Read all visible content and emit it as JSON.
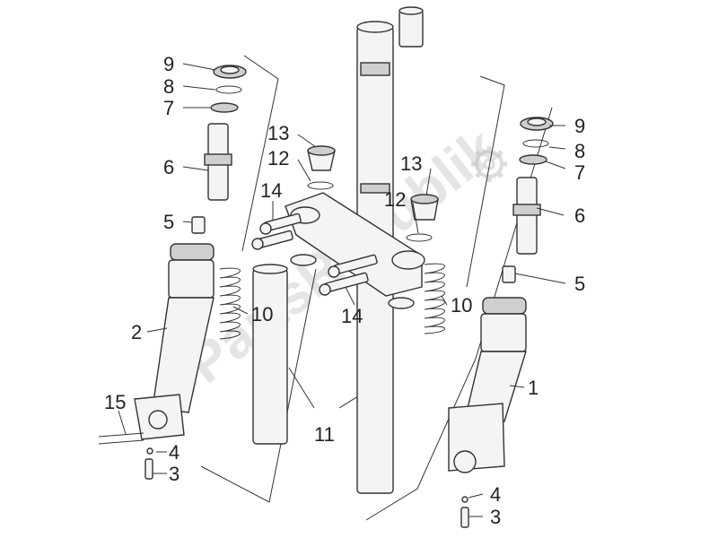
{
  "watermark": {
    "text": "PartsRepublik"
  },
  "callouts": [
    {
      "key": "c9l",
      "label": "9"
    },
    {
      "key": "c8l",
      "label": "8"
    },
    {
      "key": "c7l",
      "label": "7"
    },
    {
      "key": "c6l",
      "label": "6"
    },
    {
      "key": "c5l",
      "label": "5"
    },
    {
      "key": "c2",
      "label": "2"
    },
    {
      "key": "c15",
      "label": "15"
    },
    {
      "key": "c4l",
      "label": "4"
    },
    {
      "key": "c3l",
      "label": "3"
    },
    {
      "key": "c13l",
      "label": "13"
    },
    {
      "key": "c12l",
      "label": "12"
    },
    {
      "key": "c14t",
      "label": "14"
    },
    {
      "key": "c10l",
      "label": "10"
    },
    {
      "key": "c14b",
      "label": "14"
    },
    {
      "key": "c11",
      "label": "11"
    },
    {
      "key": "c13r",
      "label": "13"
    },
    {
      "key": "c12r",
      "label": "12"
    },
    {
      "key": "c10r",
      "label": "10"
    },
    {
      "key": "c9r",
      "label": "9"
    },
    {
      "key": "c8r",
      "label": "8"
    },
    {
      "key": "c7r",
      "label": "7"
    },
    {
      "key": "c6r",
      "label": "6"
    },
    {
      "key": "c5r",
      "label": "5"
    },
    {
      "key": "c1",
      "label": "1"
    },
    {
      "key": "c4r",
      "label": "4"
    },
    {
      "key": "c3r",
      "label": "3"
    }
  ],
  "icons": {
    "watermark_gear": "gear-icon"
  }
}
